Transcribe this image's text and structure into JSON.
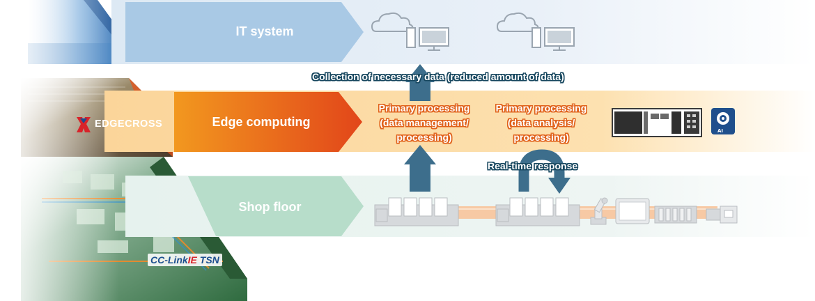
{
  "layers": {
    "it": {
      "label": "IT system"
    },
    "edge": {
      "label": "Edge computing"
    },
    "shop": {
      "label": "Shop floor"
    }
  },
  "annotations": {
    "collection": "Collection of necessary data (reduced amount of data)",
    "realtime": "Real-time response"
  },
  "processing": [
    {
      "lines": [
        "Primary processing",
        "(data management/",
        "processing)"
      ]
    },
    {
      "lines": [
        "Primary processing",
        "(data analysis/",
        "processing)"
      ]
    }
  ],
  "brands": {
    "edgecross": "EDGECROSS",
    "cclink_prefix": "CC-Link",
    "cclink_ie": "IE",
    "cclink_tsn": "TSN",
    "ai": "AI"
  },
  "icons": {
    "it": [
      "cloud-pc-icon",
      "cloud-pc-icon"
    ],
    "edge": [
      "industrial-pc-icon",
      "ai-software-icon"
    ],
    "shop": [
      "plc-icon",
      "plc-icon",
      "robot-arm-icon",
      "hmi-icon",
      "io-module-icon",
      "ethernet-connector-icon"
    ]
  },
  "colors": {
    "it_band": "#a8c8e3",
    "edge_band": "#e8531a",
    "shop_band": "#b5dcc9",
    "arrow": "#3d6e8c",
    "outline_text": "#16465e"
  }
}
